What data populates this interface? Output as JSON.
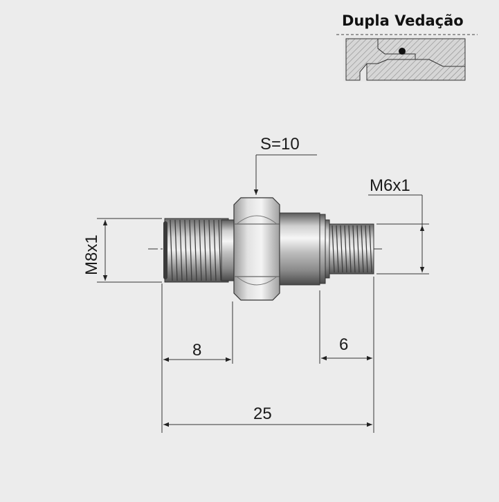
{
  "title": "Dupla Vedação",
  "labels": {
    "hex_size": "S=10",
    "thread_left": "M8x1",
    "thread_right": "M6x1",
    "dim_left": "8",
    "dim_right": "6",
    "dim_total": "25"
  },
  "colors": {
    "background": "#ececec",
    "metal_light": "#f4f4f4",
    "metal_mid": "#a9a9a9",
    "metal_dark": "#4a4a4a",
    "line": "#222222"
  }
}
